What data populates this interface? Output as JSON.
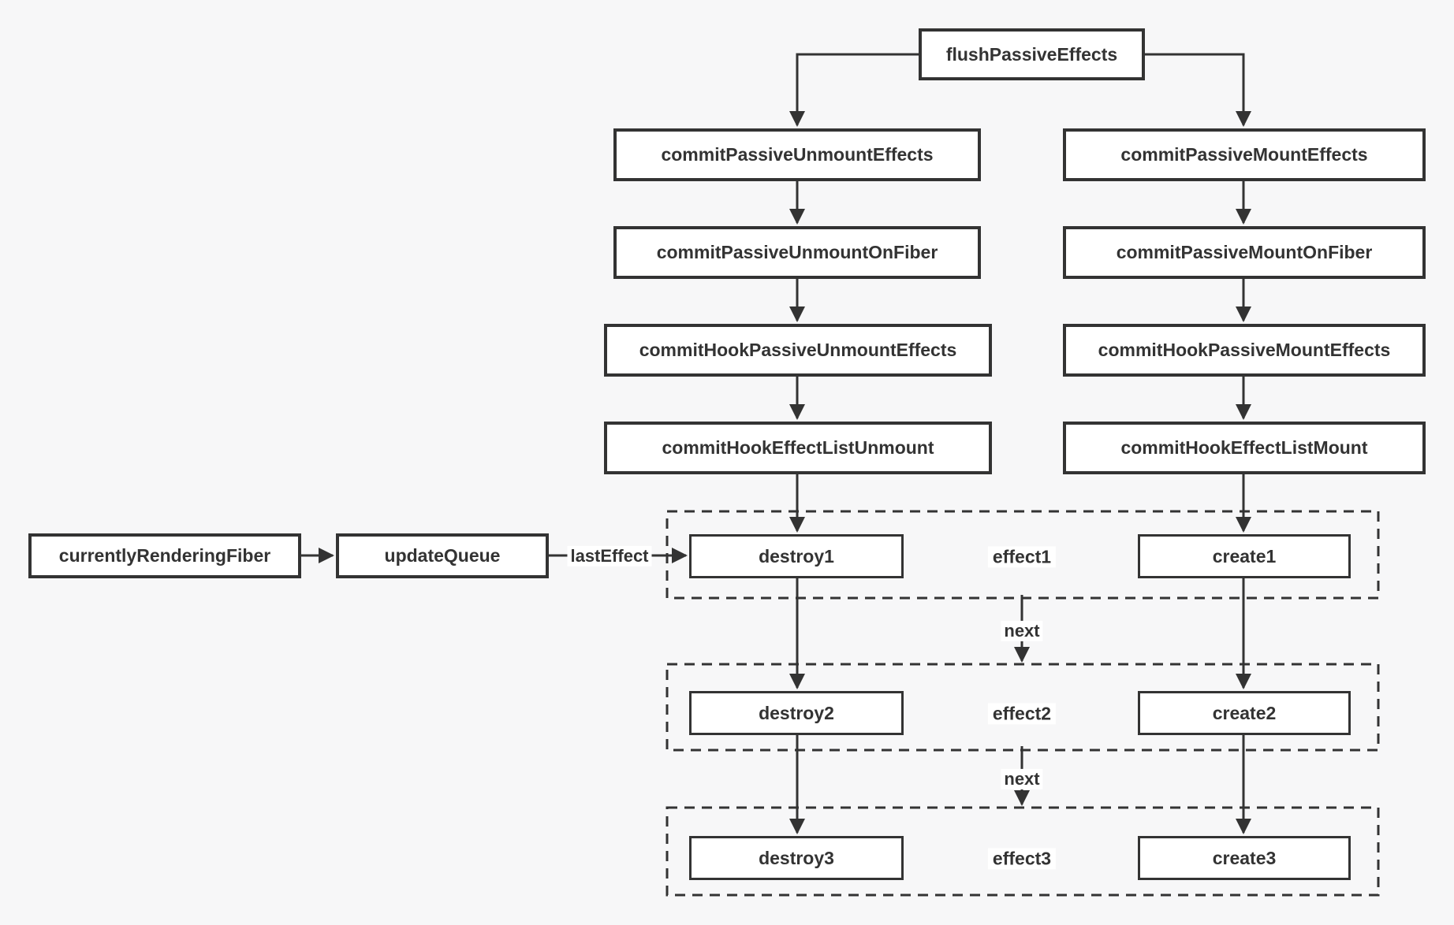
{
  "colors": {
    "background": "#f7f7f8",
    "box_fill": "#ffffff",
    "stroke": "#333333",
    "text": "#333333"
  },
  "nodes": {
    "flush_passive_effects": "flushPassiveEffects",
    "commit_passive_unmount_effects": "commitPassiveUnmountEffects",
    "commit_passive_unmount_on_fiber": "commitPassiveUnmountOnFiber",
    "commit_hook_passive_unmount_effects": "commitHookPassiveUnmountEffects",
    "commit_hook_effect_list_unmount": "commitHookEffectListUnmount",
    "commit_passive_mount_effects": "commitPassiveMountEffects",
    "commit_passive_mount_on_fiber": "commitPassiveMountOnFiber",
    "commit_hook_passive_mount_effects": "commitHookPassiveMountEffects",
    "commit_hook_effect_list_mount": "commitHookEffectListMount",
    "currently_rendering_fiber": "currentlyRenderingFiber",
    "update_queue": "updateQueue"
  },
  "effects": [
    {
      "group": "effect1",
      "destroy": "destroy1",
      "create": "create1"
    },
    {
      "group": "effect2",
      "destroy": "destroy2",
      "create": "create2"
    },
    {
      "group": "effect3",
      "destroy": "destroy3",
      "create": "create3"
    }
  ],
  "edge_labels": {
    "last_effect": "lastEffect",
    "next": "next"
  }
}
